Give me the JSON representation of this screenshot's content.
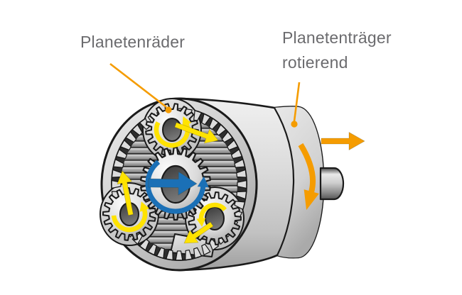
{
  "labels": {
    "planet_gears": "Planetenräder",
    "carrier_line1": "Planetenträger",
    "carrier_line2": "rotierend"
  },
  "colors": {
    "background": "#FFFFFF",
    "callout_orange": "#F59C00",
    "arrow_yellow": "#FFE300",
    "arrow_blue": "#1B70B6",
    "text_gray": "#6B6B6E",
    "outline_dark": "#1A1A1A"
  }
}
